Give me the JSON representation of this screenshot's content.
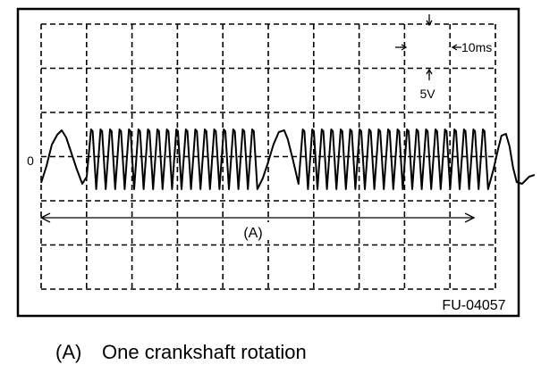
{
  "figure": {
    "zero_label": "0",
    "time_scale_label": "10ms",
    "voltage_scale_label": "5V",
    "span_label": "(A)",
    "figure_id": "FU-04057",
    "grid_divisions": {
      "columns": 10,
      "rows": 6
    },
    "colors": {
      "line": "#000000",
      "background": "#ffffff"
    }
  },
  "legend": {
    "key": "(A)",
    "description": "One crankshaft rotation"
  }
}
